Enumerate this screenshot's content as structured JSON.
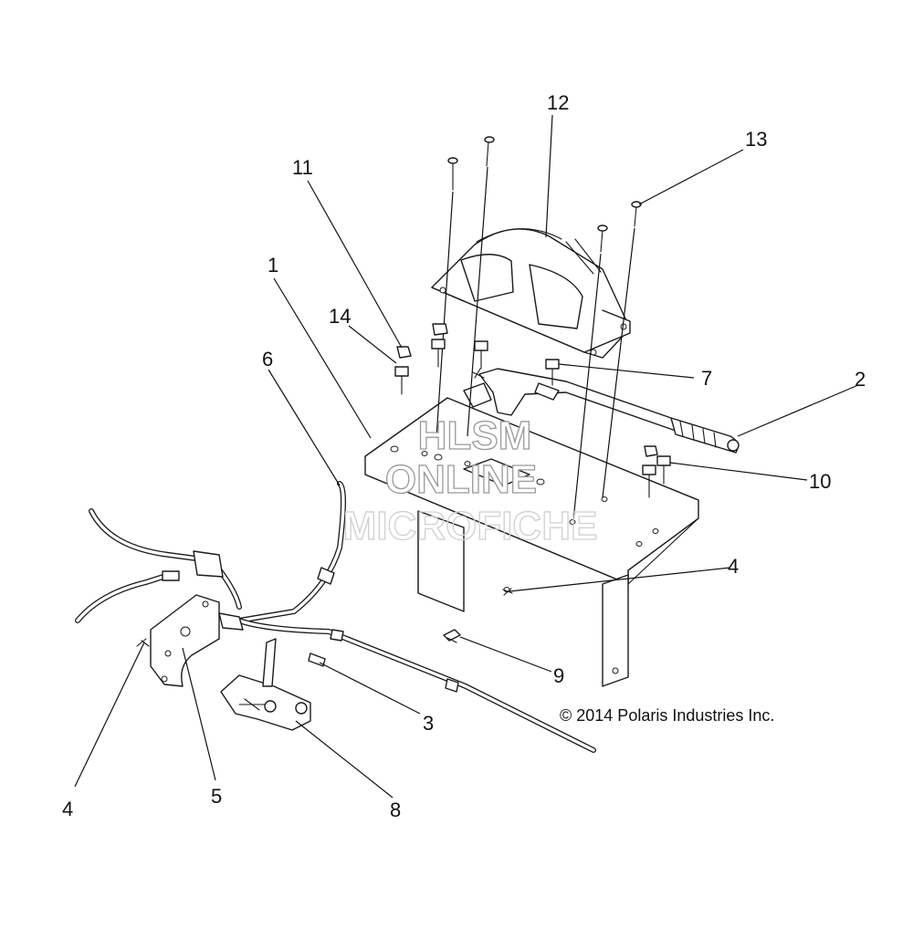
{
  "callouts": {
    "c1": "1",
    "c2": "2",
    "c3": "3",
    "c4a": "4",
    "c4b": "4",
    "c5": "5",
    "c6": "6",
    "c7": "7",
    "c8": "8",
    "c9": "9",
    "c10": "10",
    "c11": "11",
    "c12": "12",
    "c13": "13",
    "c14": "14"
  },
  "copyright": "© 2014 Polaris Industries Inc.",
  "watermark": {
    "line1": "HLSM",
    "line2": "ONLINE",
    "line3": "MICROFICHE"
  }
}
